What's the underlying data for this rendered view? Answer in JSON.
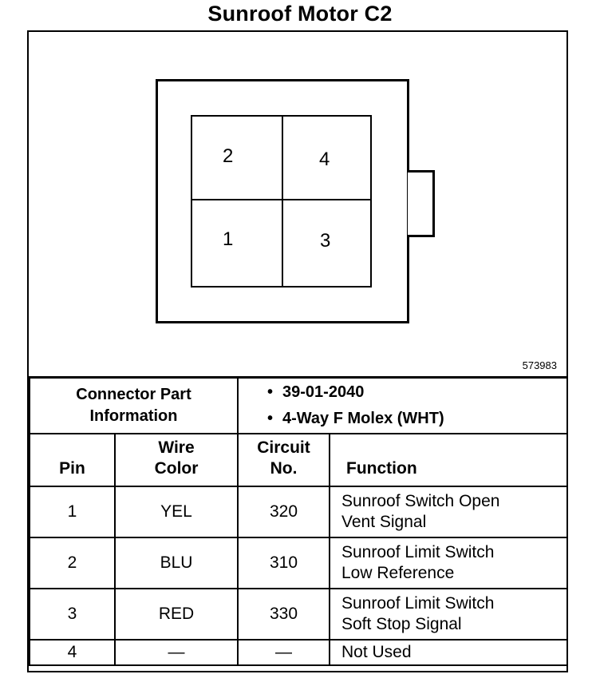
{
  "title": "Sunroof Motor C2",
  "figure_id": "573983",
  "connector": {
    "pins": {
      "top_left": "2",
      "top_right": "4",
      "bottom_left": "1",
      "bottom_right": "3"
    }
  },
  "part_info": {
    "label_line1": "Connector Part",
    "label_line2": "Information",
    "values": [
      "39-01-2040",
      "4-Way F Molex (WHT)"
    ]
  },
  "table": {
    "headers": {
      "pin": "Pin",
      "wire_line1": "Wire",
      "wire_line2": "Color",
      "circuit_line1": "Circuit",
      "circuit_line2": "No.",
      "function": "Function"
    },
    "rows": [
      {
        "pin": "1",
        "color": "YEL",
        "circuit": "320",
        "function_line1": "Sunroof Switch Open",
        "function_line2": "Vent Signal"
      },
      {
        "pin": "2",
        "color": "BLU",
        "circuit": "310",
        "function_line1": "Sunroof Limit Switch",
        "function_line2": "Low Reference"
      },
      {
        "pin": "3",
        "color": "RED",
        "circuit": "330",
        "function_line1": "Sunroof Limit Switch",
        "function_line2": "Soft Stop Signal"
      },
      {
        "pin": "4",
        "color": "—",
        "circuit": "—",
        "function_line1": "Not Used",
        "function_line2": ""
      }
    ]
  }
}
